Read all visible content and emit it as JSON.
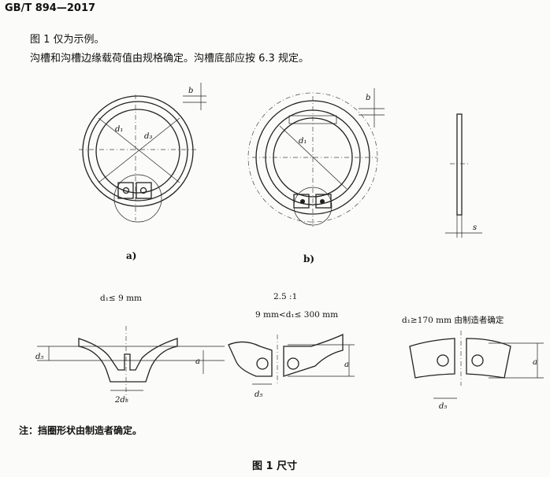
{
  "header": {
    "standard": "GB/T 894—2017"
  },
  "notes": {
    "line1": "图 1 仅为示例。",
    "line2": "沟槽和沟槽边缘载荷值由规格确定。沟槽底部应按 6.3 规定。"
  },
  "figure": {
    "caption_a": "a)",
    "caption_b": "b)",
    "scale": "2.5 :1",
    "detail1_label": "d₁≤ 9 mm",
    "detail2_label": "9 mm<d₁≤ 300 mm",
    "detail3_label": "d₁≥170 mm 由制造者确定",
    "dim_b": "b",
    "dim_s": "s",
    "dim_d3": "d₃",
    "dim_d1": "d₁",
    "dim_d5": "d₅",
    "dim_2d5": "2d₅",
    "dim_a": "a",
    "footnote": "注：挡圈形状由制造者确定。",
    "title": "图 1   尺寸"
  }
}
